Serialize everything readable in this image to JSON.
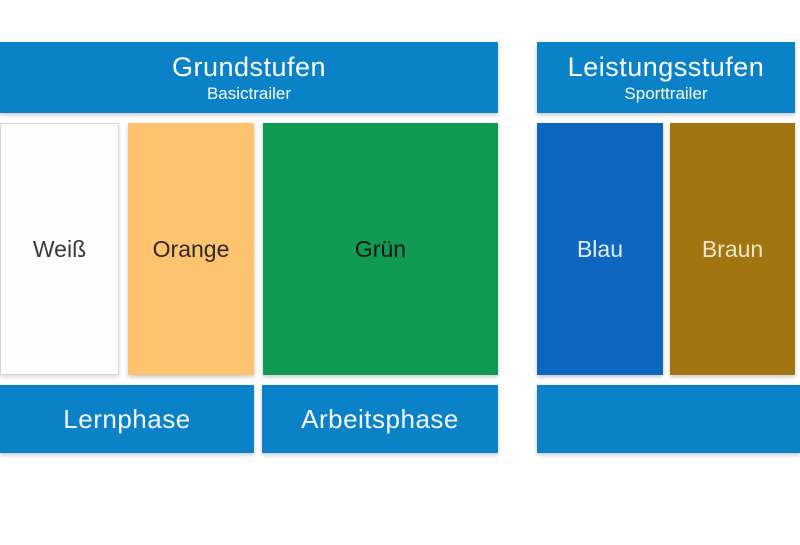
{
  "diagram": {
    "accent_blue": "#0b81c7",
    "left_section": {
      "header": {
        "title": "Grundstufen",
        "subtitle": "Basictrailer",
        "bg": "#0b81c7",
        "text_color": "#fbfdfe"
      },
      "boxes": [
        {
          "label": "Weiß",
          "bg": "#fdfdfd",
          "text_color": "#3a3a3a"
        },
        {
          "label": "Orange",
          "bg": "#fdc36f",
          "text_color": "#2b2b2b"
        },
        {
          "label": "Grün",
          "bg": "#109a54",
          "text_color": "#141414"
        }
      ],
      "footer_bars": [
        {
          "label": "Lernphase",
          "bg": "#0b81c7"
        },
        {
          "label": "Arbeitsphase",
          "bg": "#0b81c7"
        }
      ]
    },
    "right_section": {
      "header": {
        "title": "Leistungsstufen",
        "subtitle": "Sporttrailer",
        "bg": "#0b81c7",
        "text_color": "#fbfdfe"
      },
      "boxes": [
        {
          "label": "Blau",
          "bg": "#0d66c0",
          "text_color": "#e4ebf4"
        },
        {
          "label": "Braun",
          "bg": "#a1750f",
          "text_color": "#eee6cf"
        }
      ],
      "footer_bars": [
        {
          "label": "",
          "bg": "#0b81c7"
        }
      ]
    }
  }
}
